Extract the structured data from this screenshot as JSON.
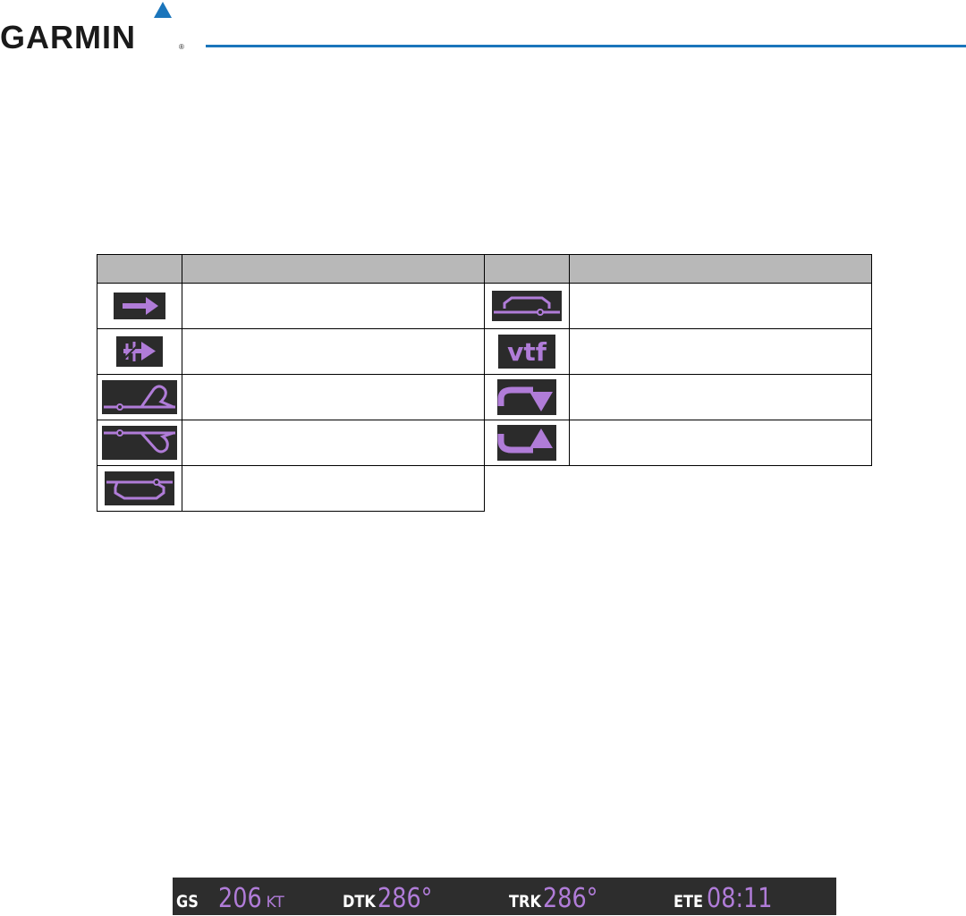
{
  "header": {
    "logo_text": "GARMIN",
    "logo_reg": "®",
    "brand_color": "#1b75bb"
  },
  "icon_table": {
    "headers": [
      "",
      "",
      "",
      ""
    ],
    "rows": [
      {
        "left_icon": "direct-to-arrow-icon",
        "left_desc": "",
        "right_icon": "racetrack-hold-right-icon",
        "right_desc": ""
      },
      {
        "left_icon": "crossed-arrow-icon",
        "left_desc": "",
        "right_icon": "vtf",
        "right_desc": ""
      },
      {
        "left_icon": "procedure-turn-left-icon",
        "left_desc": "",
        "right_icon": "turn-right-arrow-icon",
        "right_desc": ""
      },
      {
        "left_icon": "procedure-turn-right-icon",
        "left_desc": "",
        "right_icon": "turn-left-arrow-icon",
        "right_desc": ""
      },
      {
        "left_icon": "racetrack-hold-left-icon",
        "left_desc": ""
      }
    ],
    "icon_color": "#b07cd8",
    "icon_background": "#2b2b2b",
    "header_background": "#b8b8b8"
  },
  "status_bar": {
    "gs_label": "GS",
    "gs_value": "206",
    "gs_unit": "KT",
    "dtk_label": "DTK",
    "dtk_value": "286°",
    "trk_label": "TRK",
    "trk_value": "286°",
    "ete_label": "ETE",
    "ete_value": "08:11",
    "value_color": "#b07cd8",
    "label_color": "#ffffff"
  }
}
